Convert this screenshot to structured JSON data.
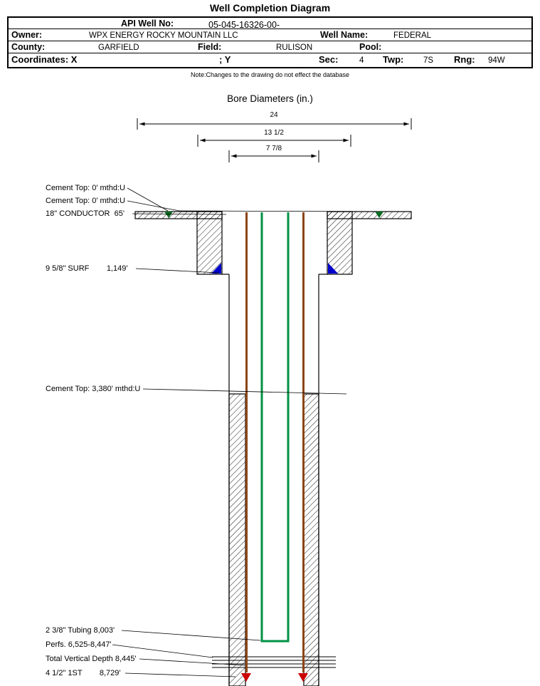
{
  "title": "Well Completion Diagram",
  "header": {
    "api_label": "API Well No:",
    "api_value": "05-045-16326-00-",
    "owner_label": "Owner:",
    "owner_value": "WPX ENERGY ROCKY MOUNTAIN LLC",
    "well_name_label": "Well Name:",
    "well_name_value": "FEDERAL",
    "county_label": "County:",
    "county_value": "GARFIELD",
    "field_label": "Field:",
    "field_value": "RULISON",
    "pool_label": "Pool:",
    "coordinates_label": "Coordinates: X",
    "coordinates_y_label": "; Y",
    "sec_label": "Sec:",
    "sec_value": "4",
    "twp_label": "Twp:",
    "twp_value": "7S",
    "rng_label": "Rng:",
    "rng_value": "94W",
    "note": "Note:Changes to the drawing do not effect the database"
  },
  "bore": {
    "title": "Bore Diameters (in.)",
    "dims": [
      "24",
      "13 1/2",
      "7 7/8"
    ]
  },
  "annotations": {
    "cement_top_1": "Cement Top: 0' mthd:U",
    "cement_top_2": "Cement Top: 0' mthd:U",
    "conductor": "18\" CONDUCTOR  65'",
    "surface": "9 5/8\" SURF        1,149'",
    "cement_top_3": "Cement Top: 3,380' mthd:U",
    "tubing": "2 3/8\" Tubing 8,003'",
    "perfs": "Perfs. 6,525-8,447'",
    "tvd": "Total Vertical Depth 8,445'",
    "first_string": "4 1/2\" 1ST        8,729'"
  },
  "colors": {
    "casing": "#8B4513",
    "tubing": "#009245",
    "shoe_blue": "#0000CD",
    "shoe_red": "#CC0000",
    "marker_green": "#0B6B23"
  }
}
